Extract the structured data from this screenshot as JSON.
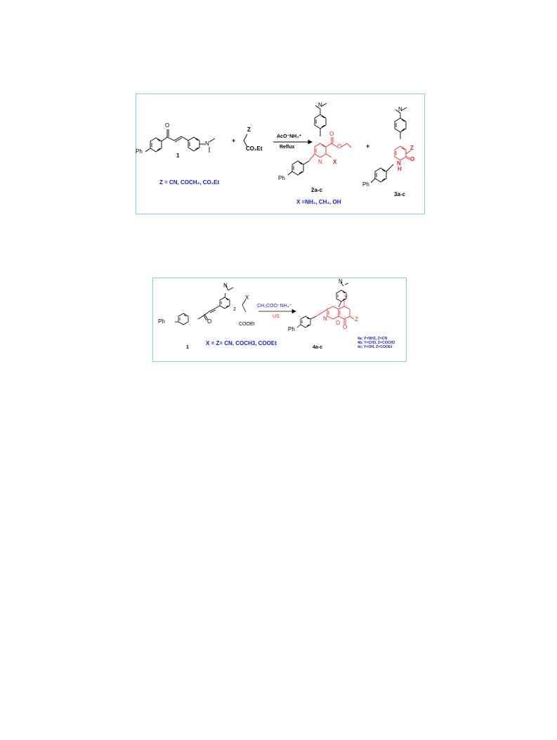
{
  "scheme1": {
    "chalcone_label": "1",
    "plus1": "+",
    "reagent_Z": "Z",
    "reagent_ester": "CO₂Et",
    "arrow_top": "AcO⁻NH₄⁺",
    "arrow_bottom": "Reflux",
    "z_definition": "Z = CN,  COCH₃, CO₂Et",
    "product2_label": "2a-c",
    "x_definition": "X =NH₂, CH₃, OH",
    "plus2": "+",
    "product3_label": "3a-c",
    "atoms": {
      "ph": "Ph",
      "o": "O",
      "n": "N",
      "x": "X",
      "z": "Z",
      "nh": "N\nH",
      "h": "H",
      "red_o": "O"
    }
  },
  "scheme2": {
    "chalcone_label": "1",
    "coef": "2",
    "reagent_X": "X",
    "reagent_ester": "COOEt",
    "arrow_top": "CH₃COO⁻NH₄⁺",
    "arrow_bottom": "US",
    "xz_definition": "X = Z= CN,  COCH3, COOEt",
    "product4_label": "4a-c",
    "legend": [
      "4a; Y=NH2, Z=CN",
      "4b; Y=CH3, Z=COCH3",
      "4c; Y=OH, Z=COOEt"
    ],
    "atoms": {
      "ph": "Ph",
      "o": "O",
      "n": "N",
      "y": "Y",
      "z": "Z"
    }
  },
  "colors": {
    "frame": "#7fd0d8",
    "blue_text": "#1a1ad6",
    "red_structure": "#e8222a",
    "black_structure": "#000000"
  }
}
